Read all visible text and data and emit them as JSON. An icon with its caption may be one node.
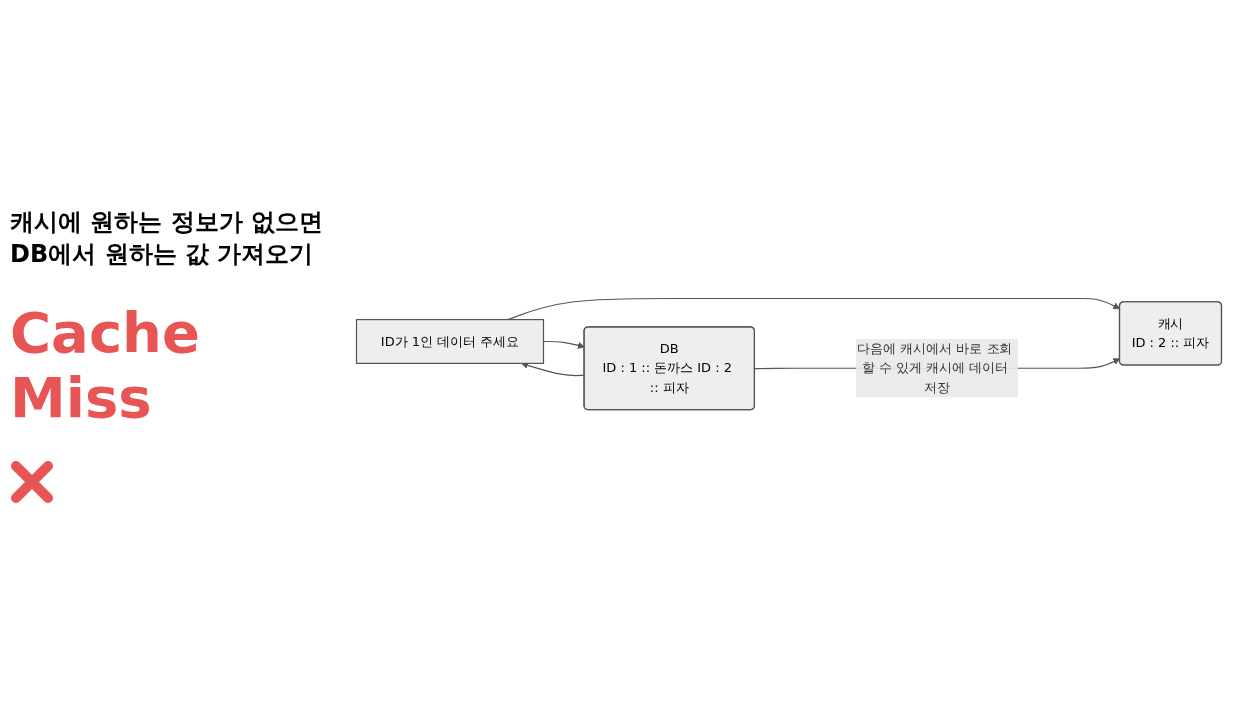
{
  "diagram": {
    "nodes": [
      {
        "text": [
          "캐시",
          "ID : 2 :: 피자"
        ]
      },
      {
        "text": [
          "ID가 1인 데이터 주세요"
        ]
      },
      {
        "text": [
          "DB",
          "ID : 1 :: 돈까스 ID : 2 :: 피자"
        ]
      }
    ],
    "edges": [
      {
        "from": 1,
        "to": 2,
        "arrow": "to"
      },
      {
        "from": 1,
        "to": 0,
        "arrow": "to"
      },
      {
        "from": 2,
        "to": 1,
        "arrow": "to"
      },
      {
        "from": 2,
        "to": 0,
        "arrow": "to",
        "label": "다음에 캐시에서 바로 조회 할 수 있게 캐시에 데이터 저장"
      }
    ],
    "labels": [
      "캐시에 원하는 정보가 없으면 DB에서 원하는 값 가져오기",
      "Cache Miss"
    ]
  }
}
